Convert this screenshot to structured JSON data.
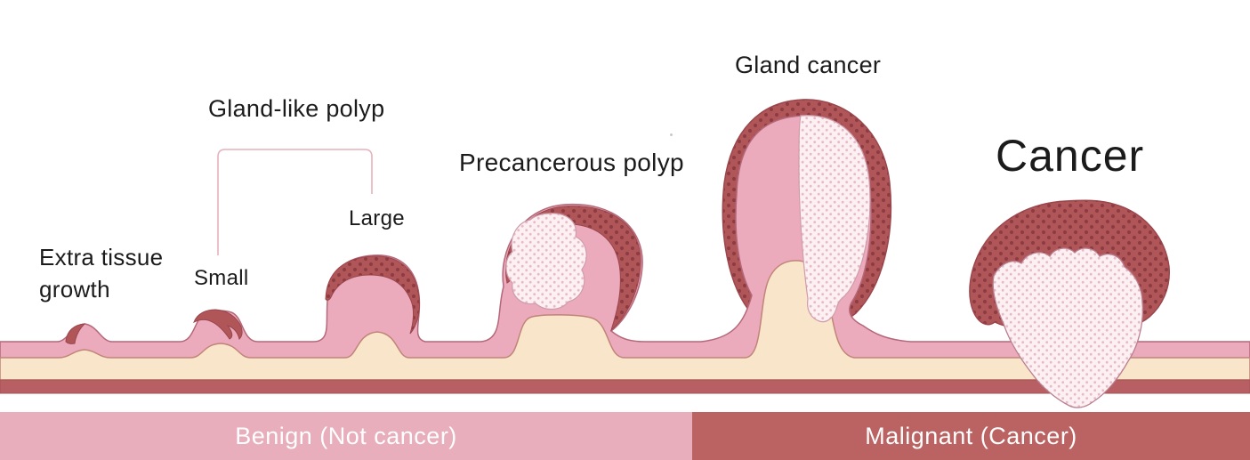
{
  "diagram": {
    "stages": [
      {
        "id": "extra-tissue-growth",
        "label": "Extra tissue growth"
      },
      {
        "id": "gland-like-polyp",
        "label": "Gland-like polyp",
        "variants": [
          {
            "label": "Small"
          },
          {
            "label": "Large"
          }
        ]
      },
      {
        "id": "precancerous-polyp",
        "label": "Precancerous polyp"
      },
      {
        "id": "gland-cancer",
        "label": "Gland cancer"
      },
      {
        "id": "cancer",
        "label": "Cancer"
      }
    ],
    "classification_bar": {
      "benign_label": "Benign (Not cancer)",
      "malignant_label": "Malignant (Cancer)"
    },
    "colors": {
      "mucosa_pink": "#ecabbd",
      "mucosa_outline": "#b4687a",
      "submucosa_cream": "#f9e5c9",
      "submucosa_outline": "#c08478",
      "muscle_red": "#b75f62",
      "dysplasia_fill": "#b05659",
      "dysplasia_dot": "#8e3c43",
      "tumor_white": "#fdf0f2",
      "tumor_white_dot": "#e6bac7",
      "benign_bar": "#e8aebb",
      "malignant_bar": "#bb6362"
    }
  }
}
